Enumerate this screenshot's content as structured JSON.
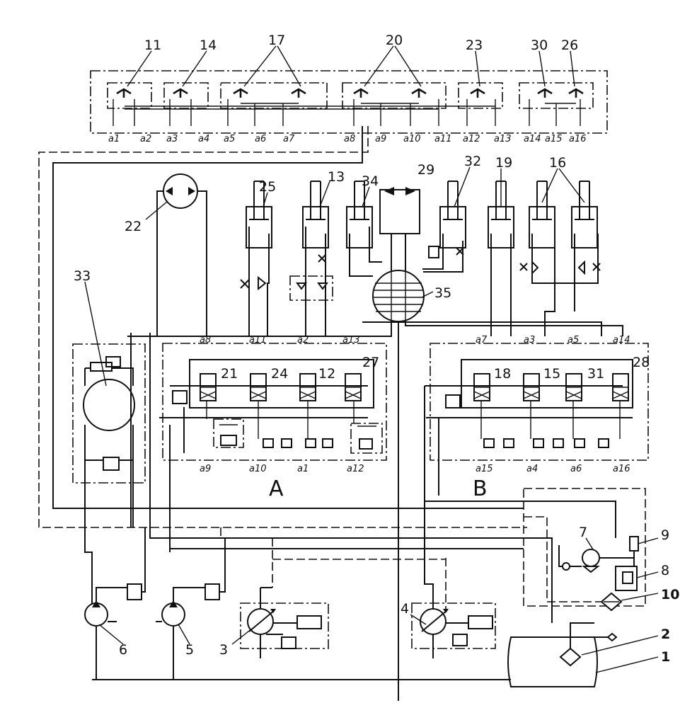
{
  "group_labels": {
    "left": "A",
    "right": "B"
  },
  "callouts": [
    "11",
    "14",
    "17",
    "20",
    "23",
    "30",
    "26",
    "25",
    "13",
    "34",
    "29",
    "32",
    "19",
    "16",
    "22",
    "33",
    "35",
    "21",
    "24",
    "12",
    "27",
    "18",
    "15",
    "31",
    "28",
    "7",
    "9",
    "8",
    "10",
    "2",
    "1",
    "4",
    "3",
    "5",
    "6"
  ],
  "panel_ports": [
    "a1",
    "a2",
    "a3",
    "a4",
    "a5",
    "a6",
    "a7",
    "a8",
    "a9",
    "a10",
    "a11",
    "a12",
    "a13",
    "a14",
    "a15",
    "a16"
  ],
  "manifold_a_ports_top": [
    "a8",
    "a11",
    "a2",
    "a13"
  ],
  "manifold_a_ports_bottom": [
    "a9",
    "a10",
    "a1",
    "a12"
  ],
  "manifold_b_ports_top": [
    "a7",
    "a3",
    "a5",
    "a14"
  ],
  "manifold_b_ports_bottom": [
    "a15",
    "a4",
    "a6",
    "a16"
  ]
}
